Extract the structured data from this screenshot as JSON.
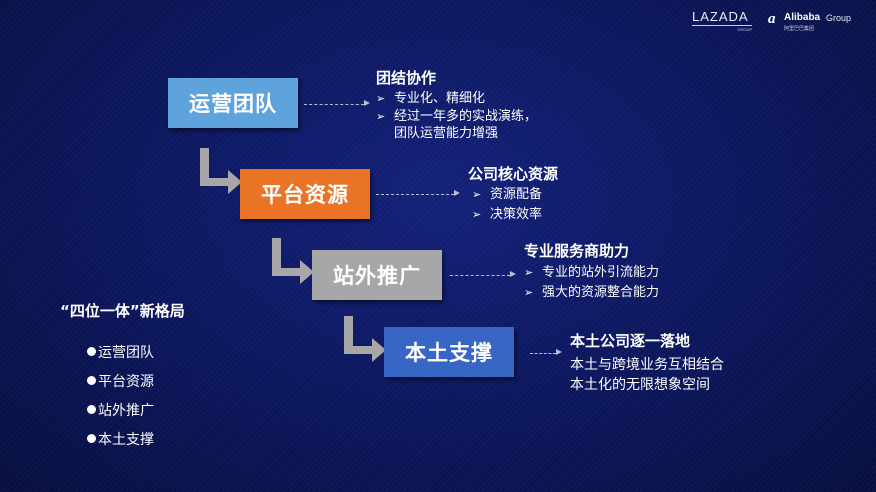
{
  "logos": {
    "lazada_word": "LAZADA",
    "lazada_group": "GROUP",
    "alibaba_mark": "a",
    "alibaba_word": "Alibaba",
    "alibaba_group": "Group",
    "alibaba_cn": "阿里巴巴集团"
  },
  "steps": [
    {
      "label": "运营团队",
      "color": "#5ea3dc"
    },
    {
      "label": "平台资源",
      "color": "#e97425"
    },
    {
      "label": "站外推广",
      "color": "#a7a7a9"
    },
    {
      "label": "本土支撑",
      "color": "#3866c5"
    }
  ],
  "annotations": [
    {
      "title": "团结协作",
      "items": [
        "专业化、精细化",
        "经过一年多的实战演练，",
        "团队运营能力增强"
      ]
    },
    {
      "title": "公司核心资源",
      "items": [
        "资源配备",
        "决策效率"
      ]
    },
    {
      "title": "专业服务商助力",
      "items": [
        "专业的站外引流能力",
        "强大的资源整合能力"
      ]
    },
    {
      "title": "本土公司逐一落地",
      "items": [
        "本土与跨境业务互相结合",
        "本土化的无限想象空间"
      ]
    }
  ],
  "bullet_glyph": "➢",
  "summary": {
    "title": "“四位一体”新格局",
    "items": [
      "运营团队",
      "平台资源",
      "站外推广",
      "本土支撑"
    ]
  },
  "colors": {
    "background": "#0b1558",
    "elbow_arrow": "#a7a7a9",
    "dashed_line": "#b9bfd0"
  }
}
